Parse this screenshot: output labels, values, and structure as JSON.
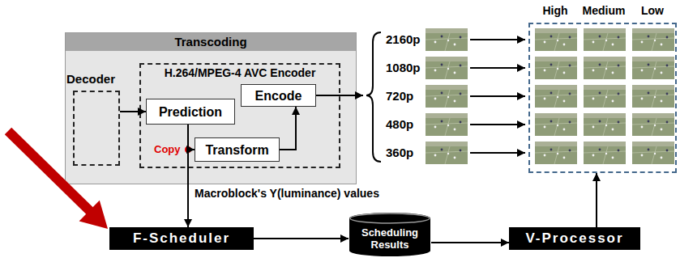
{
  "diagram": {
    "nodes": [
      {
        "text": [
          "Transcoding"
        ]
      },
      {
        "text": [
          "Decoder"
        ],
        "in": 0
      },
      {
        "text": [
          "H.264/MPEG-4 AVC Encoder"
        ],
        "in": 0
      },
      {
        "text": [
          "Prediction"
        ],
        "in": 2
      },
      {
        "text": [
          "Encode"
        ],
        "in": 2
      },
      {
        "text": [
          "Transform"
        ],
        "in": 2
      },
      {
        "text": [
          "High",
          "Medium",
          "Low"
        ]
      },
      {
        "text": [
          "F-Scheduler"
        ]
      },
      {
        "text": [
          "Scheduling Results"
        ]
      },
      {
        "text": [
          "V-Processor"
        ]
      }
    ],
    "edges": [
      {
        "from": 1,
        "to": 3,
        "arrow": "to"
      },
      {
        "from": 3,
        "to": 5,
        "arrow": "to"
      },
      {
        "from": 5,
        "to": 4,
        "arrow": "to"
      },
      {
        "from": 3,
        "to": 7,
        "arrow": "to",
        "label": "Macroblock's Y(luminance) values"
      },
      {
        "from": 7,
        "to": 8,
        "arrow": "to"
      },
      {
        "from": 8,
        "to": 9,
        "arrow": "to"
      },
      {
        "from": 9,
        "to": 6,
        "arrow": "to"
      }
    ],
    "labels": [
      "Copy",
      "2160p",
      "1080p",
      "720p",
      "480p",
      "360p"
    ]
  }
}
